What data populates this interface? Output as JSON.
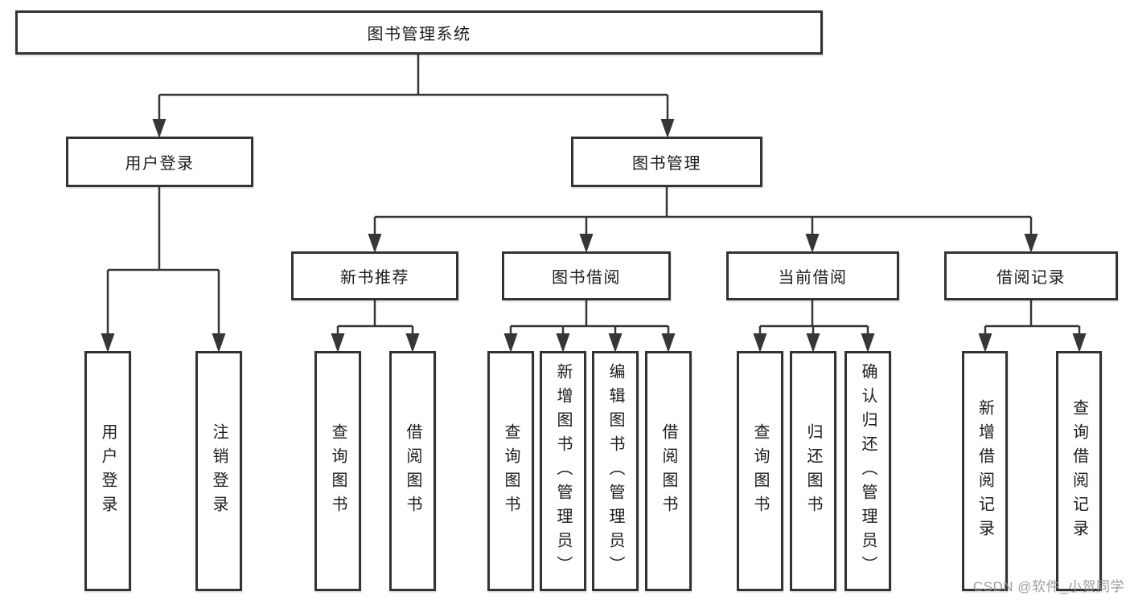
{
  "diagram": {
    "root": {
      "label": "图书管理系统"
    },
    "level2": {
      "user_login": {
        "label": "用户登录"
      },
      "book_management": {
        "label": "图书管理"
      }
    },
    "level3": {
      "new_book_recommend": {
        "label": "新书推荐"
      },
      "book_borrow": {
        "label": "图书借阅"
      },
      "current_borrow": {
        "label": "当前借阅"
      },
      "borrow_records": {
        "label": "借阅记录"
      }
    },
    "leaves": {
      "user_login": {
        "label": "用户登录"
      },
      "logout": {
        "label": "注销登录"
      },
      "query_books_recommend": {
        "label": "查询图书"
      },
      "borrow_books_recommend": {
        "label": "借阅图书"
      },
      "query_books_borrow": {
        "label": "查询图书"
      },
      "add_book_admin": {
        "label": "新增图书（管理员）"
      },
      "edit_book_admin": {
        "label": "编辑图书（管理员）"
      },
      "borrow_books_borrow": {
        "label": "借阅图书"
      },
      "query_books_current": {
        "label": "查询图书"
      },
      "return_books": {
        "label": "归还图书"
      },
      "confirm_return_admin": {
        "label": "确认归还（管理员）"
      },
      "add_borrow_record": {
        "label": "新增借阅记录"
      },
      "query_borrow_record": {
        "label": "查询借阅记录"
      }
    },
    "hierarchy": {
      "图书管理系统": {
        "用户登录": [
          "用户登录",
          "注销登录"
        ],
        "图书管理": {
          "新书推荐": [
            "查询图书",
            "借阅图书"
          ],
          "图书借阅": [
            "查询图书",
            "新增图书（管理员）",
            "编辑图书（管理员）",
            "借阅图书"
          ],
          "当前借阅": [
            "查询图书",
            "归还图书",
            "确认归还（管理员）"
          ],
          "借阅记录": [
            "新增借阅记录",
            "查询借阅记录"
          ]
        }
      }
    }
  },
  "watermark": {
    "text": "CSDN @软件_小贺同学"
  },
  "colors": {
    "line": "#363636",
    "box_border": "#333333",
    "text": "#1c1c1c",
    "watermark": "#969696",
    "background": "#ffffff"
  }
}
